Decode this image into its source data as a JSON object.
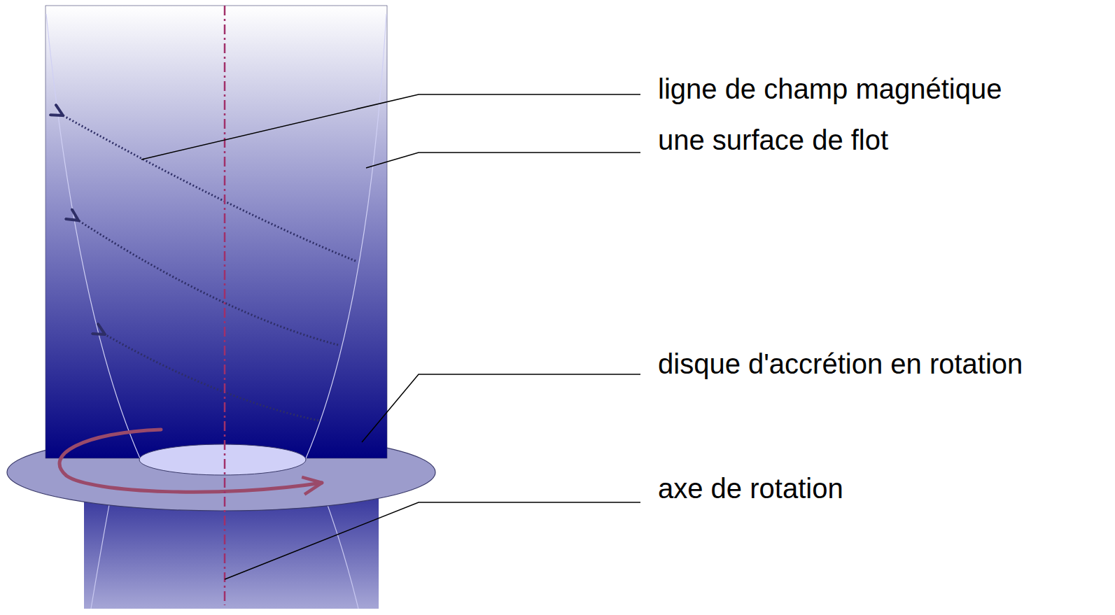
{
  "diagram": {
    "labels": [
      "ligne de champ magnétique",
      "une surface de flot",
      "disque d'accrétion en rotation",
      "axe de rotation"
    ]
  }
}
